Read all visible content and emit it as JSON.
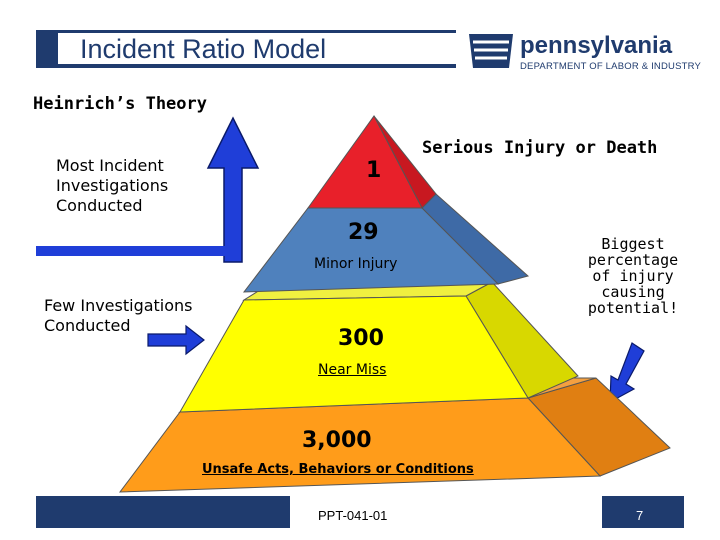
{
  "header": {
    "title": "Incident Ratio Model",
    "logo_name": "pennsylvania",
    "logo_department": "DEPARTMENT OF LABOR & INDUSTRY"
  },
  "subtitle": "Heinrich’s Theory",
  "left_notes": {
    "top_line1": "Most Incident",
    "top_line2": "Investigations",
    "top_line3": "Conducted",
    "bottom_line1": "Few Investigations",
    "bottom_line2": "Conducted"
  },
  "right_note": {
    "line1": "Biggest",
    "line2": "percentage",
    "line3": "of injury",
    "line4": "causing",
    "line5": "potential!"
  },
  "pyramid": {
    "apex_label": "Serious Injury or Death",
    "levels": [
      {
        "number": "1",
        "label": "",
        "color": "#e8202a"
      },
      {
        "number": "29",
        "label": "Minor Injury",
        "color": "#4f81bd"
      },
      {
        "number": "300",
        "label": "Near Miss",
        "color": "#ffff00"
      },
      {
        "number": "3,000",
        "label": "Unsafe Acts, Behaviors or Conditions",
        "color": "#ff9c1a"
      }
    ]
  },
  "footer": {
    "code": "PPT-041-01",
    "page": "7"
  },
  "colors": {
    "navy": "#1f3b6e",
    "arrow_blue": "#1f3ed8"
  }
}
